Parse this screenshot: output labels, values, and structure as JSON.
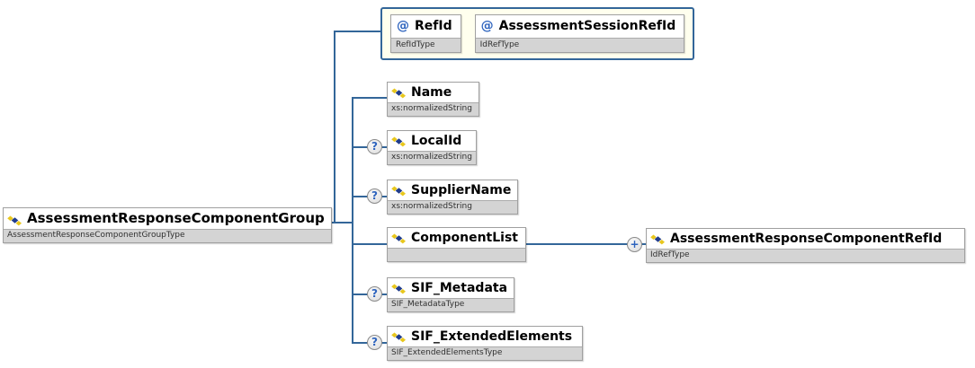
{
  "diagram": {
    "root": {
      "name": "AssessmentResponseComponentGroup",
      "type": "AssessmentResponseComponentGroupType"
    },
    "attributes": [
      {
        "marker": "@",
        "name": "RefId",
        "type": "RefIdType"
      },
      {
        "marker": "@",
        "name": "AssessmentSessionRefId",
        "type": "IdRefType"
      }
    ],
    "children": [
      {
        "name": "Name",
        "type": "xs:normalizedString",
        "optional": false
      },
      {
        "name": "LocalId",
        "type": "xs:normalizedString",
        "optional": true
      },
      {
        "name": "SupplierName",
        "type": "xs:normalizedString",
        "optional": true
      },
      {
        "name": "ComponentList",
        "type": "",
        "optional": false
      },
      {
        "name": "SIF_Metadata",
        "type": "SIF_MetadataType",
        "optional": true
      },
      {
        "name": "SIF_ExtendedElements",
        "type": "SIF_ExtendedElementsType",
        "optional": true
      }
    ],
    "component_ref": {
      "name": "AssessmentResponseComponentRefId",
      "type": "IdRefType"
    },
    "glyphs": {
      "optional": "?",
      "expand": "+",
      "attribute": "@"
    },
    "colors": {
      "connector": "#336699",
      "attribute_container_fill": "#ffffee",
      "attribute_container_border": "#336699",
      "box_border": "#a0a0a0",
      "subtitle_bg": "#d4d4d4",
      "icon_yellow": "#e8c71d",
      "icon_navy": "#203c8c",
      "glyph_blue": "#2e64be"
    }
  }
}
